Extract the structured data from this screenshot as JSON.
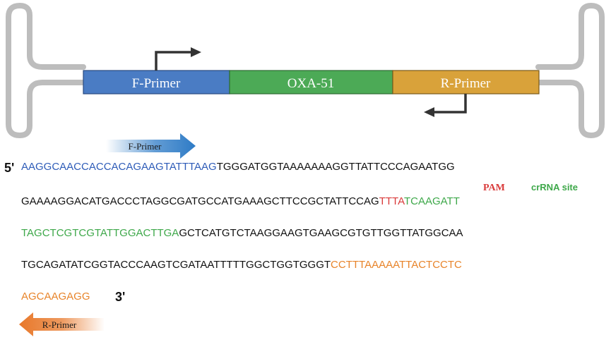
{
  "colors": {
    "forward": "#2e5cb8",
    "gene": "#3ca64e",
    "reverse": "#e8842a",
    "pam": "#d93a3a",
    "crrna": "#3ea84a",
    "plain": "#111111",
    "primer_box_f": "#4a7cc4",
    "gene_box": "#4caa56",
    "primer_box_r": "#d9a23a",
    "arrow_f": "#2e7bc6",
    "arrow_r": "#e8782a"
  },
  "map": {
    "f_primer": "F-Primer",
    "gene": "OXA-51",
    "r_primer": "R-Primer"
  },
  "sequence": {
    "five_prime": "5'",
    "three_prime": "3'",
    "f_primer_arrow": "F-Primer",
    "r_primer_arrow": "R-Primer",
    "pam_label": "PAM",
    "crrna_label": "crRNA site",
    "line1_fwd": "AAGGCAACCACCACAGAAGTATTTAAG",
    "line1_rest": "TGGGATGGTAAAAAAAGGTTATTCCCAGAATGG",
    "line2_plain": "GAAAAGGACATGACCCTAGGCGATGCCATGAAAGCTTCCGCTATTCCAG",
    "line2_pam": "TTTA",
    "line2_crrna": "TCAAGATT",
    "line3_crrna": "TAGCTCGTCGTATTGGACTTGA",
    "line3_rest": "GCTCATGTCTAAGGAAGTGAAGCGTGTTGGTTATGGCAA",
    "line4_plain": "TGCAGATATCGGTACCCAAGTCGATAATTTTTGGCTGGTGGGT",
    "line4_rev": "CCTTTAAAAATTACTCCTC",
    "line5_rev": "AGCAAGAGG"
  }
}
